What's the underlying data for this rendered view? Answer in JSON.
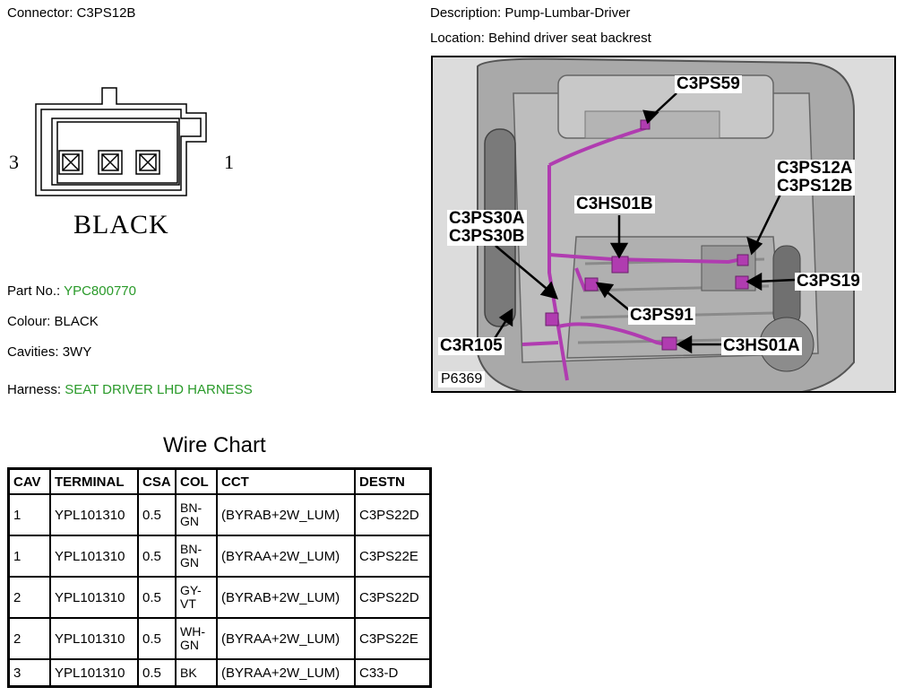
{
  "connector": {
    "label": "Connector:",
    "value": "C3PS12B",
    "pin_left": "3",
    "pin_right": "1",
    "color_label": "BLACK"
  },
  "description": {
    "label": "Description:",
    "value": "Pump-Lumbar-Driver"
  },
  "location": {
    "label": "Location:",
    "value": "Behind driver seat backrest"
  },
  "details": {
    "part_no_label": "Part No.:",
    "part_no": "YPC800770",
    "colour_label": "Colour:",
    "colour": "BLACK",
    "cavities_label": "Cavities:",
    "cavities": "3WY",
    "harness_label": "Harness:",
    "harness": "SEAT DRIVER LHD HARNESS"
  },
  "photo": {
    "id": "P6369",
    "callouts": {
      "c3ps59": "C3PS59",
      "c3ps12a": "C3PS12A",
      "c3ps12b": "C3PS12B",
      "c3hs01b": "C3HS01B",
      "c3ps30a": "C3PS30A",
      "c3ps30b": "C3PS30B",
      "c3ps19": "C3PS19",
      "c3ps91": "C3PS91",
      "c3r105": "C3R105",
      "c3hs01a": "C3HS01A"
    },
    "harness_color": "#b03cb0"
  },
  "wire_chart": {
    "title": "Wire Chart",
    "headers": [
      "CAV",
      "TERMINAL",
      "CSA",
      "COL",
      "CCT",
      "DESTN"
    ],
    "rows": [
      [
        "1",
        "YPL101310",
        "0.5",
        "BN-GN",
        "(BYRAB+2W_LUM)",
        "C3PS22D"
      ],
      [
        "1",
        "YPL101310",
        "0.5",
        "BN-GN",
        "(BYRAA+2W_LUM)",
        "C3PS22E"
      ],
      [
        "2",
        "YPL101310",
        "0.5",
        "GY-VT",
        "(BYRAB+2W_LUM)",
        "C3PS22D"
      ],
      [
        "2",
        "YPL101310",
        "0.5",
        "WH-GN",
        "(BYRAA+2W_LUM)",
        "C3PS22E"
      ],
      [
        "3",
        "YPL101310",
        "0.5",
        "BK",
        "(BYRAA+2W_LUM)",
        "C33-D"
      ]
    ]
  }
}
